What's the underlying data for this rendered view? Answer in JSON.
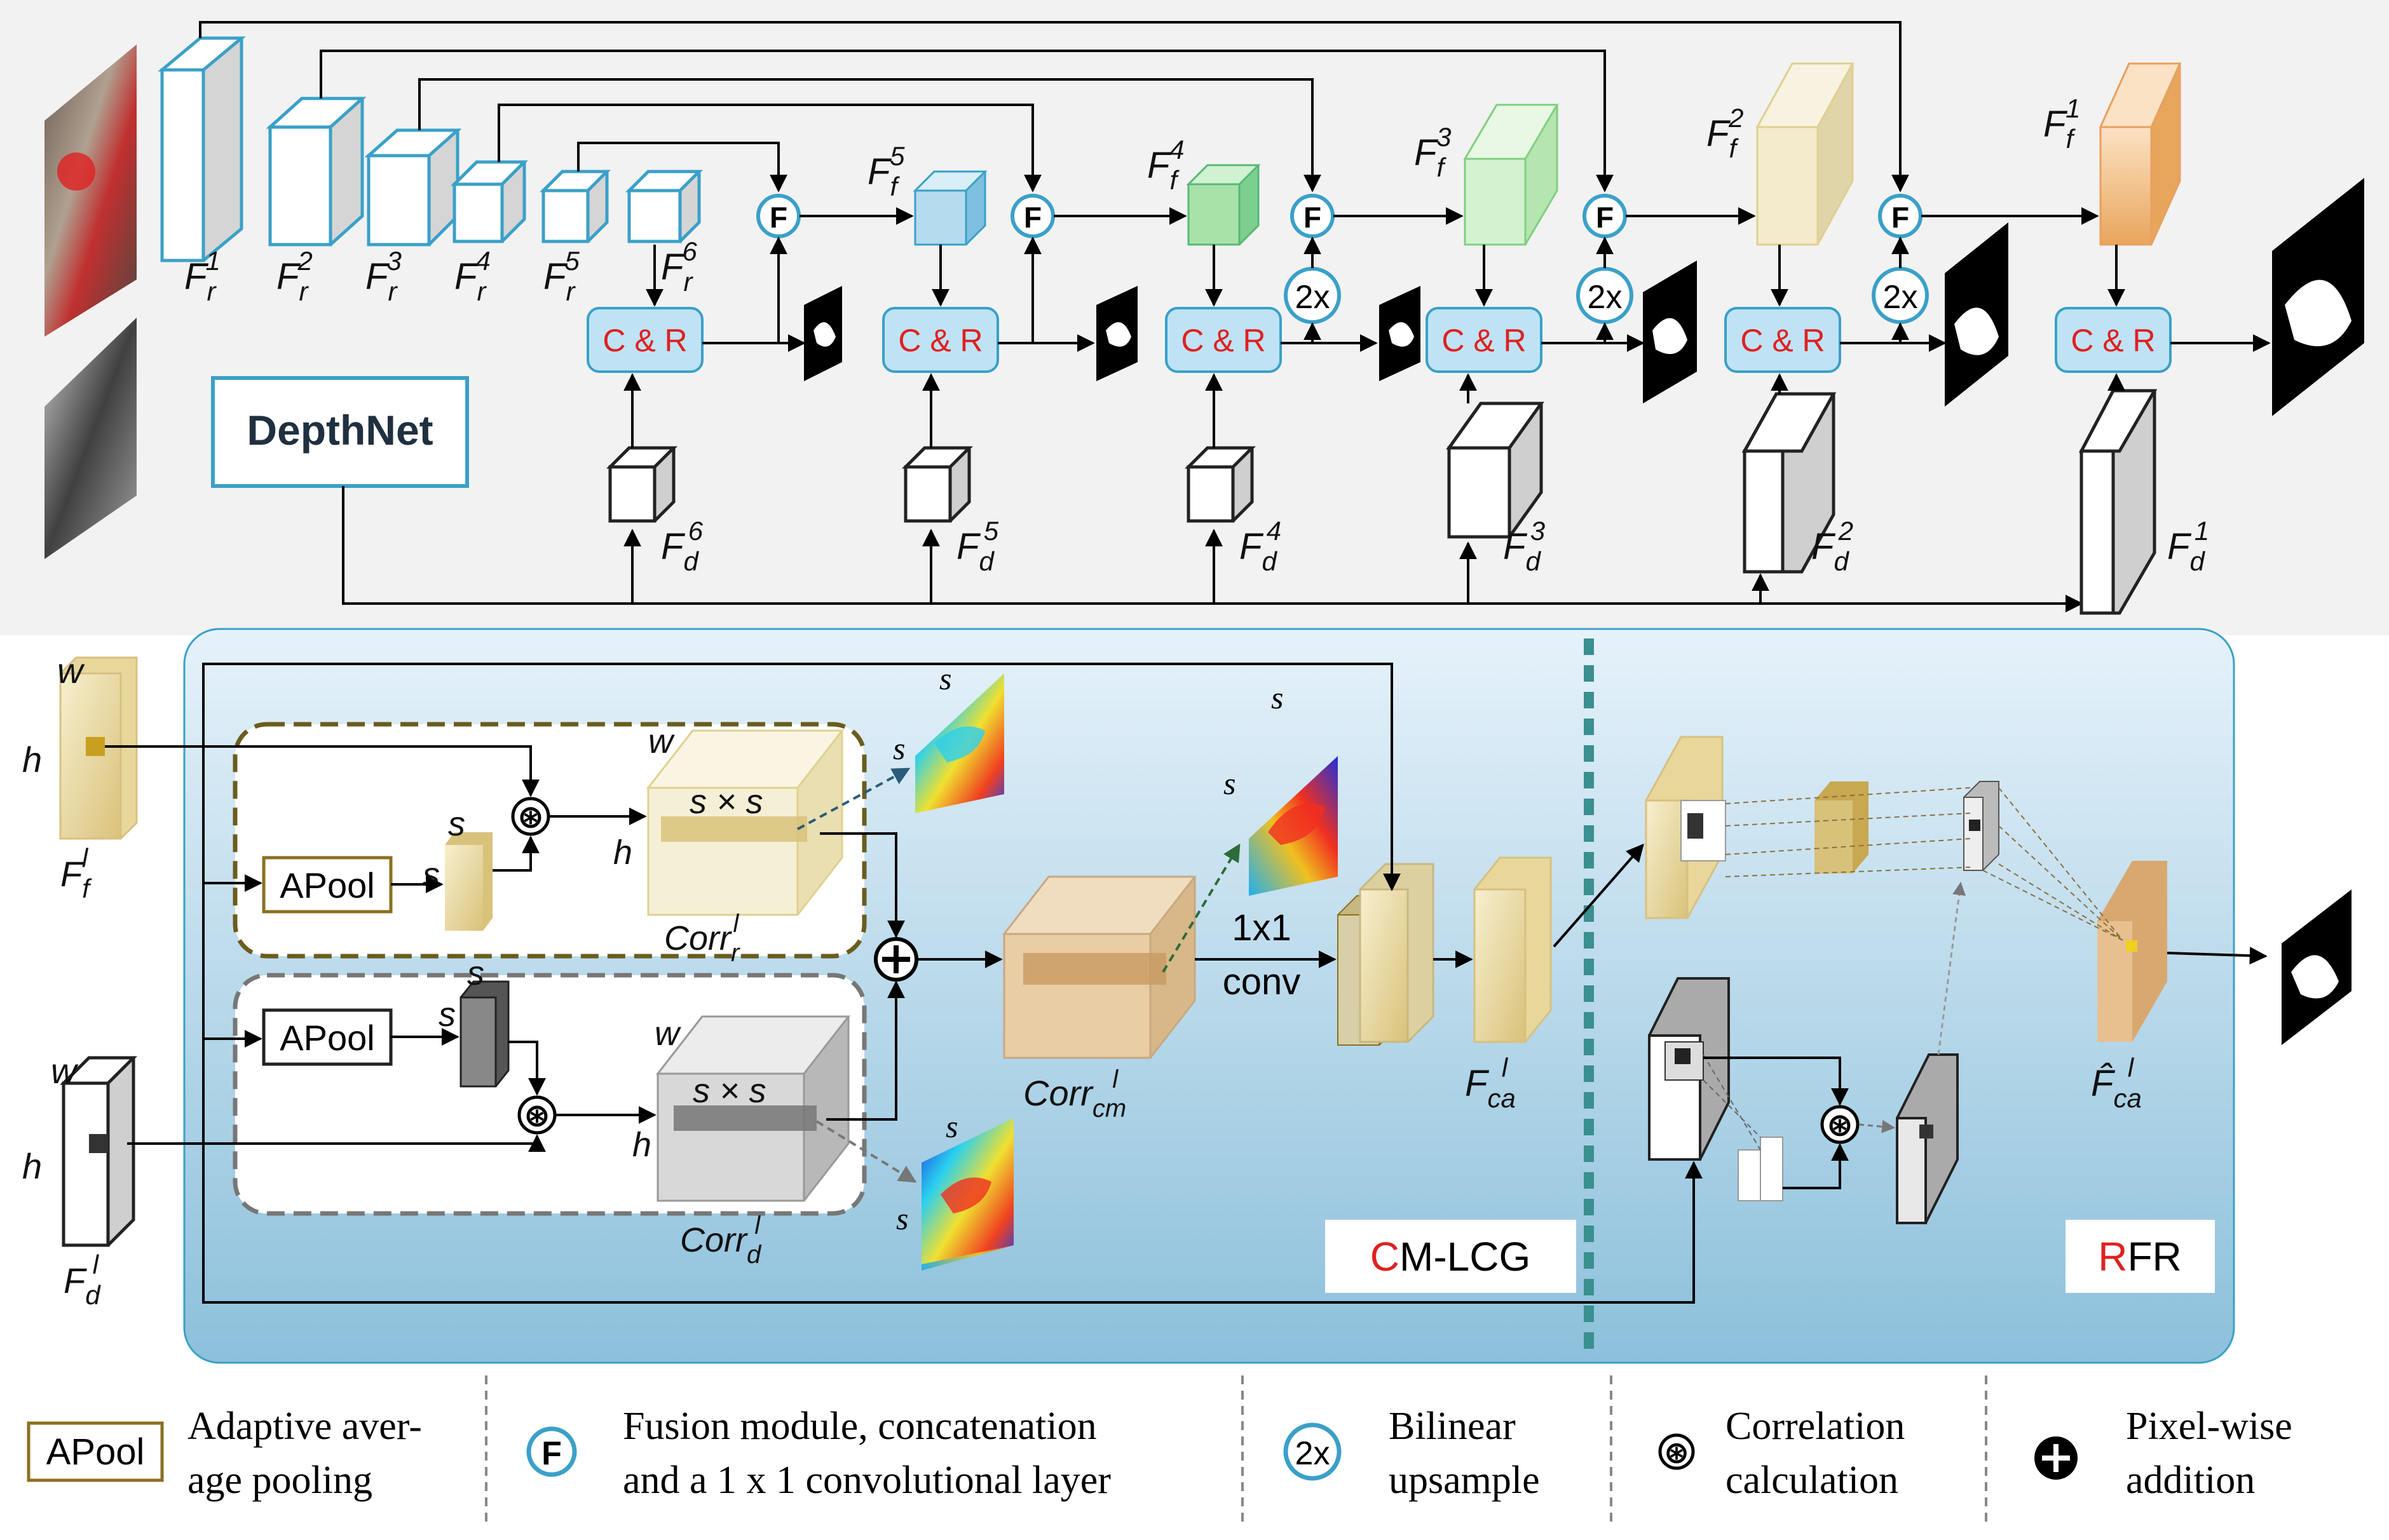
{
  "top": {
    "depthnet_label": "DepthNet",
    "fusion_symbol": "F",
    "upsample_symbol": "2x",
    "cr_label": "C & R",
    "rgb_features": [
      {
        "base": "F",
        "sub": "r",
        "sup": "1"
      },
      {
        "base": "F",
        "sub": "r",
        "sup": "2"
      },
      {
        "base": "F",
        "sub": "r",
        "sup": "3"
      },
      {
        "base": "F",
        "sub": "r",
        "sup": "4"
      },
      {
        "base": "F",
        "sub": "r",
        "sup": "5"
      },
      {
        "base": "F",
        "sub": "r",
        "sup": "6"
      }
    ],
    "fused_features": [
      {
        "base": "F",
        "sub": "f",
        "sup": "5"
      },
      {
        "base": "F",
        "sub": "f",
        "sup": "4"
      },
      {
        "base": "F",
        "sub": "f",
        "sup": "3"
      },
      {
        "base": "F",
        "sub": "f",
        "sup": "2"
      },
      {
        "base": "F",
        "sub": "f",
        "sup": "1"
      }
    ],
    "depth_features": [
      {
        "base": "F",
        "sub": "d",
        "sup": "6"
      },
      {
        "base": "F",
        "sub": "d",
        "sup": "5"
      },
      {
        "base": "F",
        "sub": "d",
        "sup": "4"
      },
      {
        "base": "F",
        "sub": "d",
        "sup": "3"
      },
      {
        "base": "F",
        "sub": "d",
        "sup": "2"
      },
      {
        "base": "F",
        "sub": "d",
        "sup": "1"
      }
    ]
  },
  "bottom": {
    "apool_label": "APool",
    "dim_w": "w",
    "dim_h": "h",
    "dim_s": "s",
    "sxs": "s × s",
    "conv_label_1": "1x1",
    "conv_label_2": "conv",
    "corr_r": {
      "base": "Corr",
      "sub": "r",
      "sup": "l"
    },
    "corr_d": {
      "base": "Corr",
      "sub": "d",
      "sup": "l"
    },
    "corr_cm": {
      "base": "Corr",
      "sub": "cm",
      "sup": "l"
    },
    "f_f": {
      "base": "F",
      "sub": "f",
      "sup": "l"
    },
    "f_d": {
      "base": "F",
      "sub": "d",
      "sup": "l"
    },
    "f_ca": {
      "base": "F",
      "sub": "ca",
      "sup": "l"
    },
    "f_ca_hat": {
      "base": "F̂",
      "sub": "ca",
      "sup": "l"
    },
    "cmlcg_first": "C",
    "cmlcg_rest": "M-LCG",
    "rfr_first": "R",
    "rfr_rest": "FR"
  },
  "legend": {
    "apool_label": "APool",
    "apool_desc_1": "Adaptive aver-",
    "apool_desc_2": "age pooling",
    "fusion_symbol": "F",
    "fusion_desc_1": "Fusion module, concatenation",
    "fusion_desc_2": "and a 1 x 1 convolutional layer",
    "upsample_symbol": "2x",
    "upsample_desc_1": "Bilinear",
    "upsample_desc_2": "upsample",
    "corr_desc_1": "Correlation",
    "corr_desc_2": "calculation",
    "add_desc_1": "Pixel-wise",
    "add_desc_2": "addition"
  },
  "colors": {
    "accent_blue": "#3aa0c8",
    "cr_fill": "#bfe3f5",
    "cr_text": "#e02020",
    "panel_top": "#e4f1fa",
    "panel_bottom": "#8fc2dc",
    "teal_divider": "#3a8f8f",
    "gold": "#e8d79a",
    "orange": "#f2c488",
    "green": "#a8e2a8"
  }
}
